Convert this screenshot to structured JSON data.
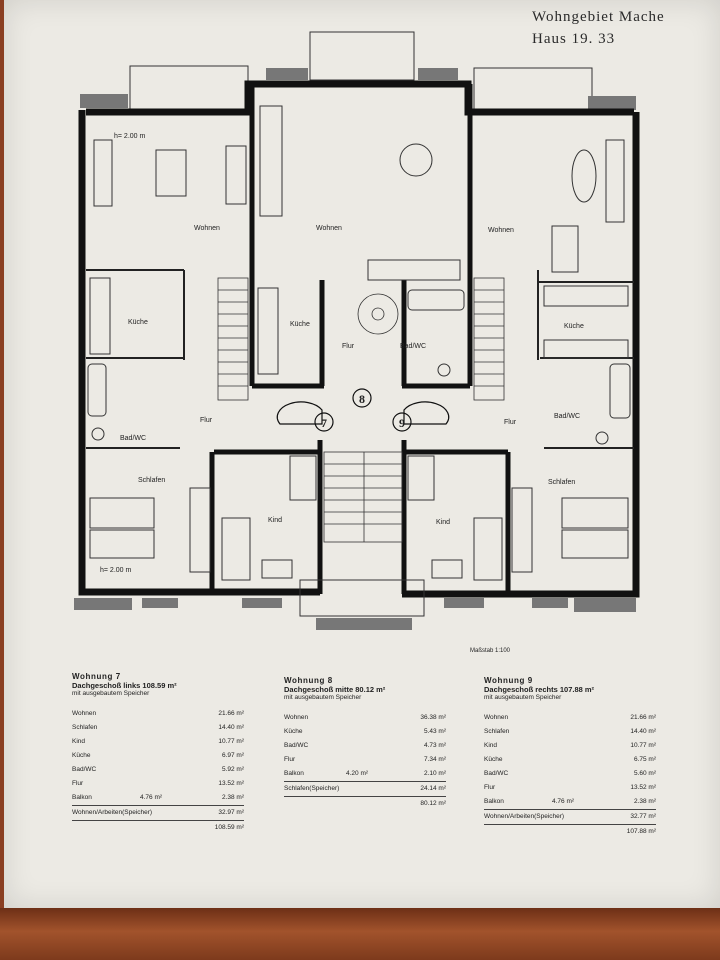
{
  "header": {
    "line1": "Wohngebiet Mache",
    "line2": "Haus   19. 33"
  },
  "scale": "Maßstab 1:100",
  "plan": {
    "rooms": {
      "w7_wohnen": "Wohnen",
      "w8_wohnen": "Wohnen",
      "w9_wohnen": "Wohnen",
      "w7_kueche": "Küche",
      "w8_kueche": "Küche",
      "w9_kueche": "Küche",
      "w8_flur": "Flur",
      "w8_bad": "Bad/WC",
      "w7_flur": "Flur",
      "w9_flur": "Flur",
      "w7_bad": "Bad/WC",
      "w9_bad": "Bad/WC",
      "w7_schlafen": "Schlafen",
      "w9_schlafen": "Schlafen",
      "w7_kind": "Kind",
      "w9_kind": "Kind",
      "h_top": "h= 2.00 m",
      "h_bottom": "h= 2.00 m"
    },
    "numbers": {
      "n7": "7",
      "n8": "8",
      "n9": "9"
    }
  },
  "apartments": [
    {
      "title": "Wohnung 7",
      "subtitle": "Dachgeschoß links   108.59  m²",
      "note": "mit  ausgebautem  Speicher",
      "rows": [
        {
          "name": "Wohnen",
          "mid": "",
          "val": "21.66  m²"
        },
        {
          "name": "Schlafen",
          "mid": "",
          "val": "14.40  m²"
        },
        {
          "name": "Kind",
          "mid": "",
          "val": "10.77  m²"
        },
        {
          "name": "Küche",
          "mid": "",
          "val": "6.97  m²"
        },
        {
          "name": "Bad/WC",
          "mid": "",
          "val": "5.92  m²"
        },
        {
          "name": "Flur",
          "mid": "",
          "val": "13.52  m²"
        },
        {
          "name": "Balkon",
          "mid": "4.76  m²",
          "val": "2.38  m²"
        },
        {
          "name": "Wohnen/Arbeiten(Speicher)",
          "mid": "",
          "val": "32.97  m²"
        }
      ],
      "total": "108.59  m²"
    },
    {
      "title": "Wohnung 8",
      "subtitle": "Dachgeschoß mitte   80.12  m²",
      "note": "mit  ausgebautem  Speicher",
      "rows": [
        {
          "name": "Wohnen",
          "mid": "",
          "val": "36.38  m²"
        },
        {
          "name": "Küche",
          "mid": "",
          "val": "5.43  m²"
        },
        {
          "name": "Bad/WC",
          "mid": "",
          "val": "4.73  m²"
        },
        {
          "name": "Flur",
          "mid": "",
          "val": "7.34  m²"
        },
        {
          "name": "Balkon",
          "mid": "4.20  m²",
          "val": "2.10  m²"
        },
        {
          "name": "Schlafen(Speicher)",
          "mid": "",
          "val": "24.14  m²"
        }
      ],
      "total": "80.12  m²"
    },
    {
      "title": "Wohnung 9",
      "subtitle": "Dachgeschoß rechts  107.88  m²",
      "note": "mit  ausgebautem  Speicher",
      "rows": [
        {
          "name": "Wohnen",
          "mid": "",
          "val": "21.66  m²"
        },
        {
          "name": "Schlafen",
          "mid": "",
          "val": "14.40  m²"
        },
        {
          "name": "Kind",
          "mid": "",
          "val": "10.77  m²"
        },
        {
          "name": "Küche",
          "mid": "",
          "val": "6.75  m²"
        },
        {
          "name": "Bad/WC",
          "mid": "",
          "val": "5.60  m²"
        },
        {
          "name": "Flur",
          "mid": "",
          "val": "13.52  m²"
        },
        {
          "name": "Balkon",
          "mid": "4.76  m²",
          "val": "2.38  m²"
        },
        {
          "name": "Wohnen/Arbeiten(Speicher)",
          "mid": "",
          "val": "32.77  m²"
        }
      ],
      "total": "107.88  m²"
    }
  ]
}
